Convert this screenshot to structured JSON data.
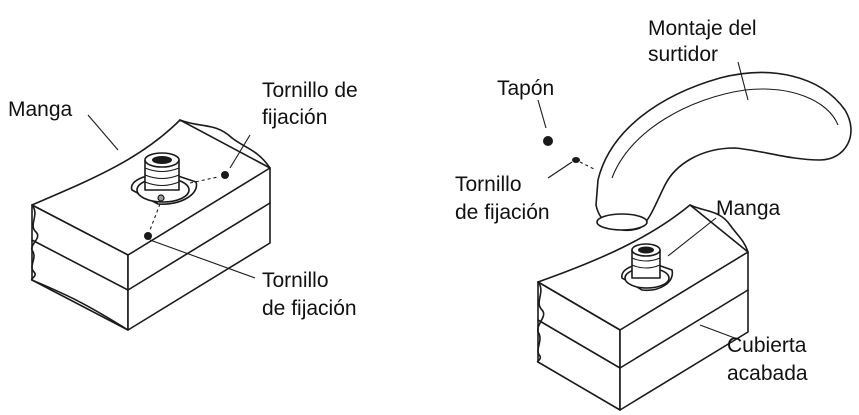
{
  "labels": {
    "left_sleeve": "Manga",
    "left_screw_top_1": "Tornillo de",
    "left_screw_top_2": "fijación",
    "left_screw_bottom_1": "Tornillo",
    "left_screw_bottom_2": "de fijación",
    "right_spout_1": "Montaje del",
    "right_spout_2": "surtidor",
    "right_plug": "Tapón",
    "right_screw_1": "Tornillo",
    "right_screw_2": "de fijación",
    "right_sleeve": "Manga",
    "right_deck_1": "Cubierta",
    "right_deck_2": "acabada"
  }
}
